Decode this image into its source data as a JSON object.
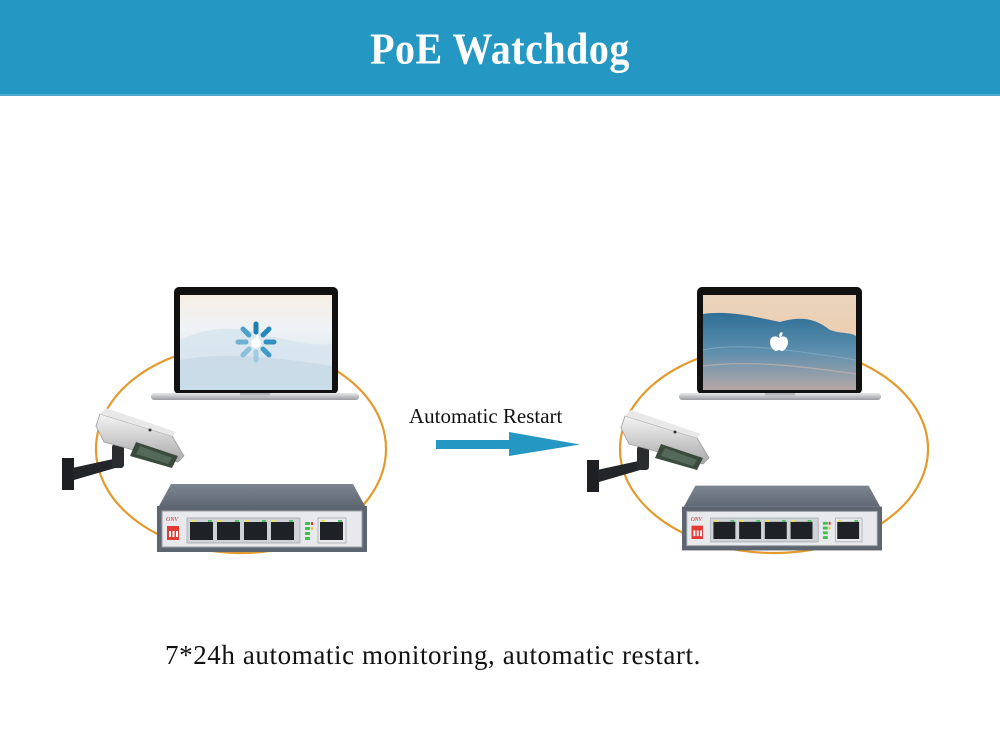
{
  "header": {
    "title": "PoE Watchdog",
    "background_color": "#2597c3"
  },
  "diagram": {
    "before": {
      "laptop_state": "loading",
      "laptop_icon": "spinner-icon",
      "devices": [
        "laptop",
        "ip-camera",
        "poe-switch"
      ],
      "switch_brand": "ONV"
    },
    "transition": {
      "label": "Automatic Restart",
      "arrow_color": "#2597c3"
    },
    "after": {
      "laptop_state": "running",
      "laptop_icon": "apple-logo-icon",
      "devices": [
        "laptop",
        "ip-camera",
        "poe-switch"
      ],
      "switch_brand": "ONV"
    },
    "loop_color": "#e39a2d"
  },
  "caption": "7*24h automatic monitoring, automatic restart."
}
